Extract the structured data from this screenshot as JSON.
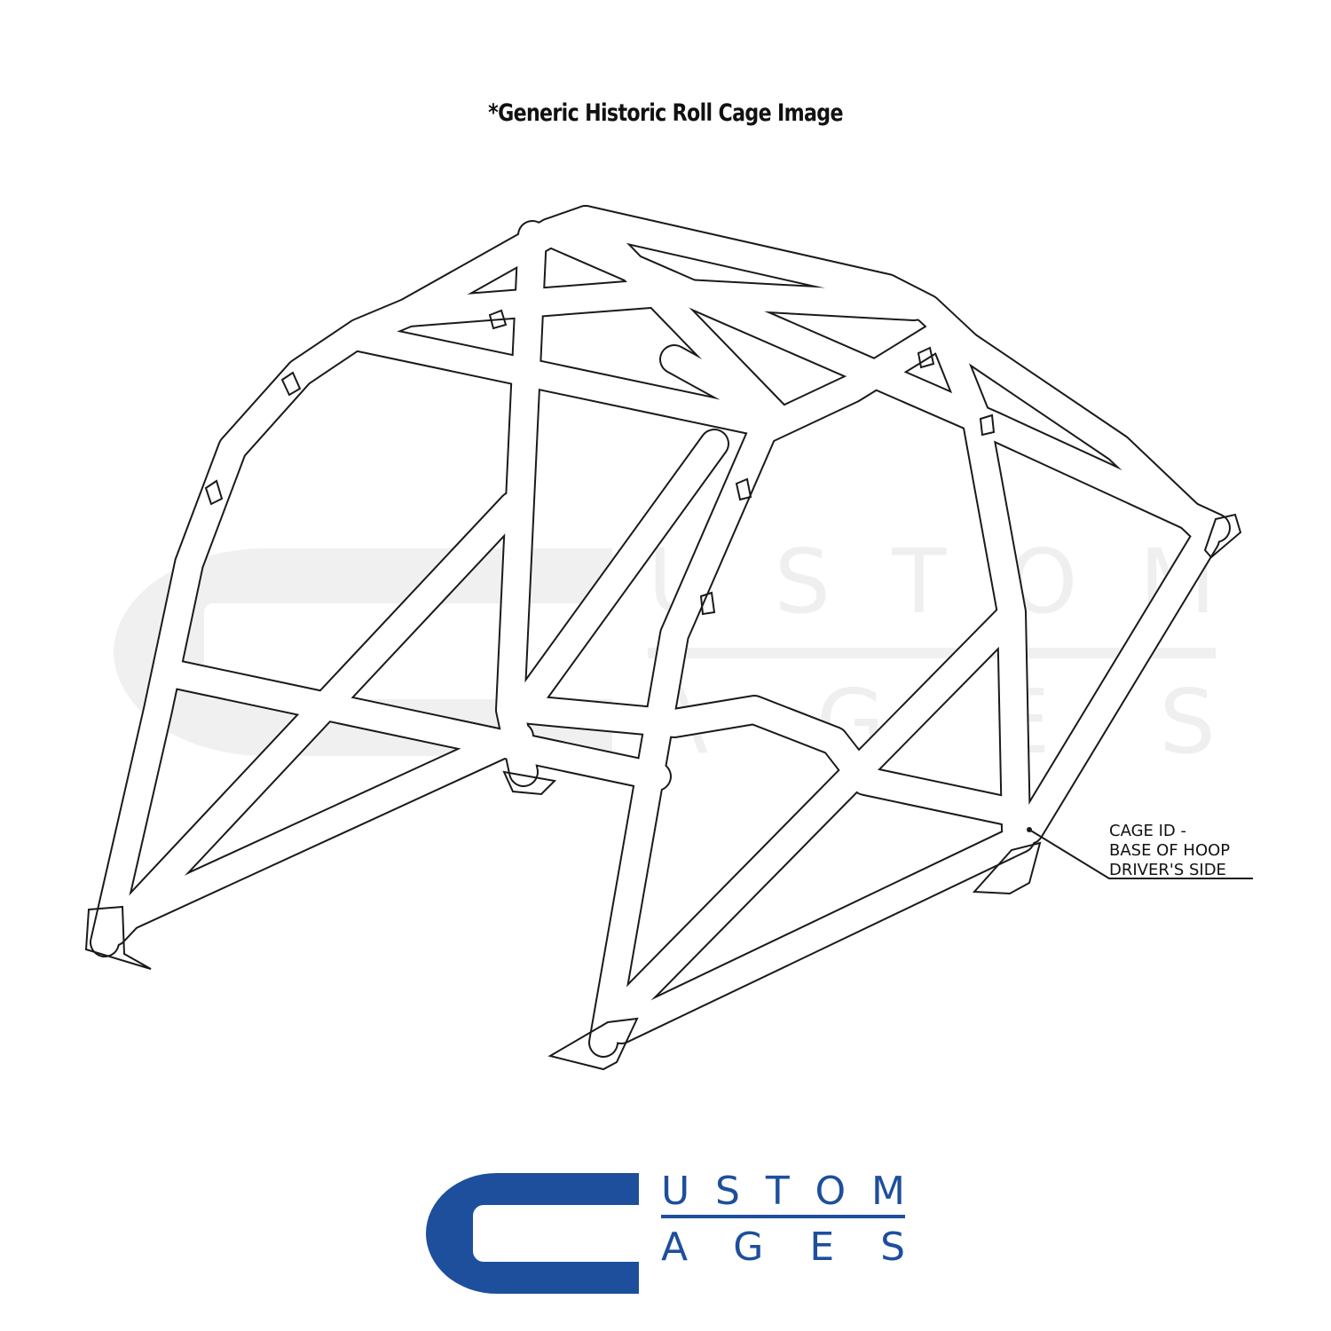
{
  "title": "*Generic Historic Roll Cage Image",
  "callout": {
    "lines": [
      "CAGE ID -",
      "BASE OF HOOP",
      "DRIVER'S SIDE"
    ]
  },
  "watermark": {
    "line1": "USTOM",
    "line2": "AGES"
  },
  "logo": {
    "line1": "USTOM",
    "line2": "AGES",
    "color": "#1e4f9c"
  }
}
